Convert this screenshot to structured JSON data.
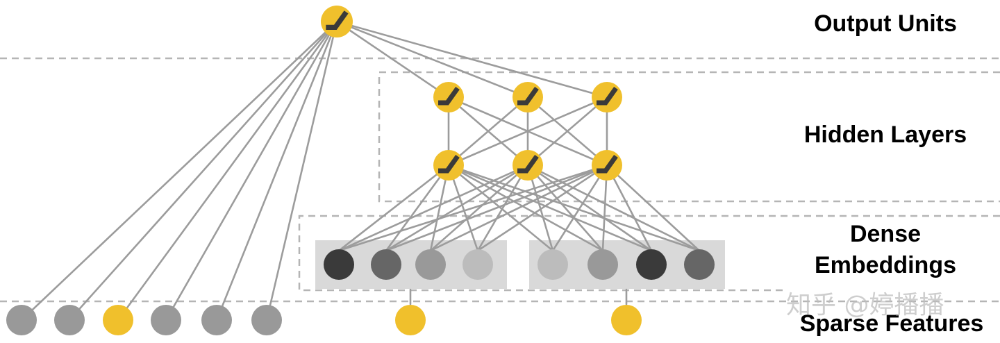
{
  "labels": {
    "output_units": "Output Units",
    "hidden_layers": "Hidden Layers",
    "dense_line1": "Dense",
    "dense_line2": "Embeddings",
    "sparse_features": "Sparse Features"
  },
  "watermark": "知乎 @婷播播",
  "colors": {
    "line": "#9c9c9c",
    "divider": "#b5b5b5",
    "yellow_unit": "#f0c02c",
    "activation_stroke": "#3a3a3a",
    "embedding_box": "#d9d9d9",
    "node_dark": "#3a3a3a",
    "node_mid_dark": "#666666",
    "node_mid": "#999999",
    "node_light": "#bcbcbc",
    "sparse_gray": "#999999"
  },
  "icons": {
    "unit_activation": "sigmoid-icon"
  }
}
